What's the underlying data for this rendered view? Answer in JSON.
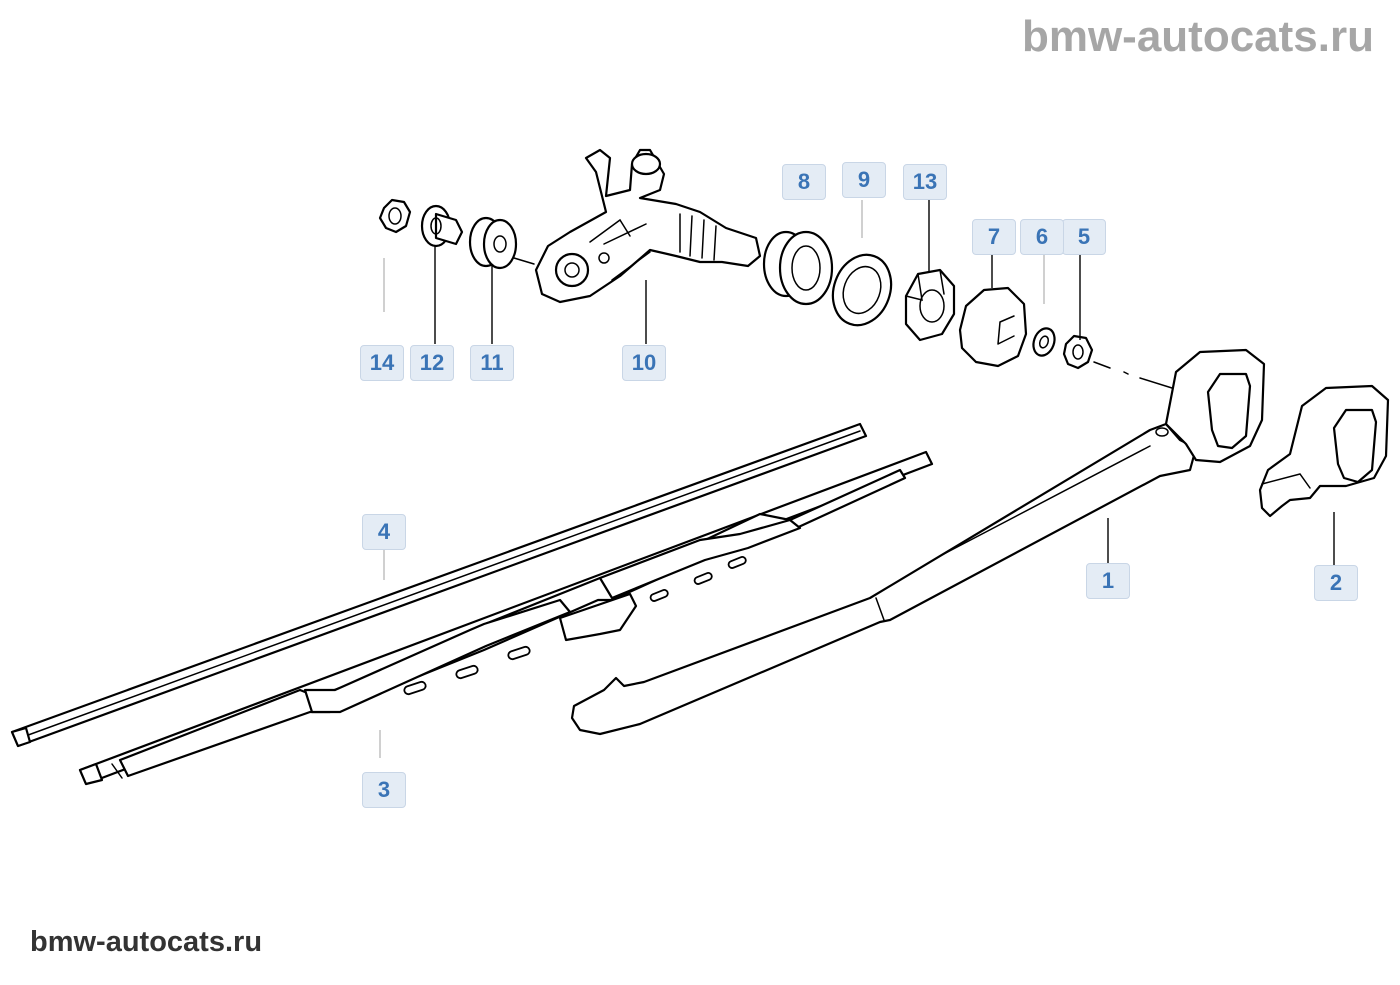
{
  "watermark_top": "bmw-autocats.ru",
  "watermark_bottom": "bmw-autocats.ru",
  "callouts": [
    {
      "id": "1",
      "label": "1"
    },
    {
      "id": "2",
      "label": "2"
    },
    {
      "id": "3",
      "label": "3"
    },
    {
      "id": "4",
      "label": "4"
    },
    {
      "id": "5",
      "label": "5"
    },
    {
      "id": "6",
      "label": "6"
    },
    {
      "id": "7",
      "label": "7"
    },
    {
      "id": "8",
      "label": "8"
    },
    {
      "id": "9",
      "label": "9"
    },
    {
      "id": "10",
      "label": "10"
    },
    {
      "id": "11",
      "label": "11"
    },
    {
      "id": "12",
      "label": "12"
    },
    {
      "id": "13",
      "label": "13"
    },
    {
      "id": "14",
      "label": "14"
    }
  ],
  "colors": {
    "callout_fill": "#e4ecf5",
    "callout_text": "#3a74b6",
    "line": "#000000"
  }
}
